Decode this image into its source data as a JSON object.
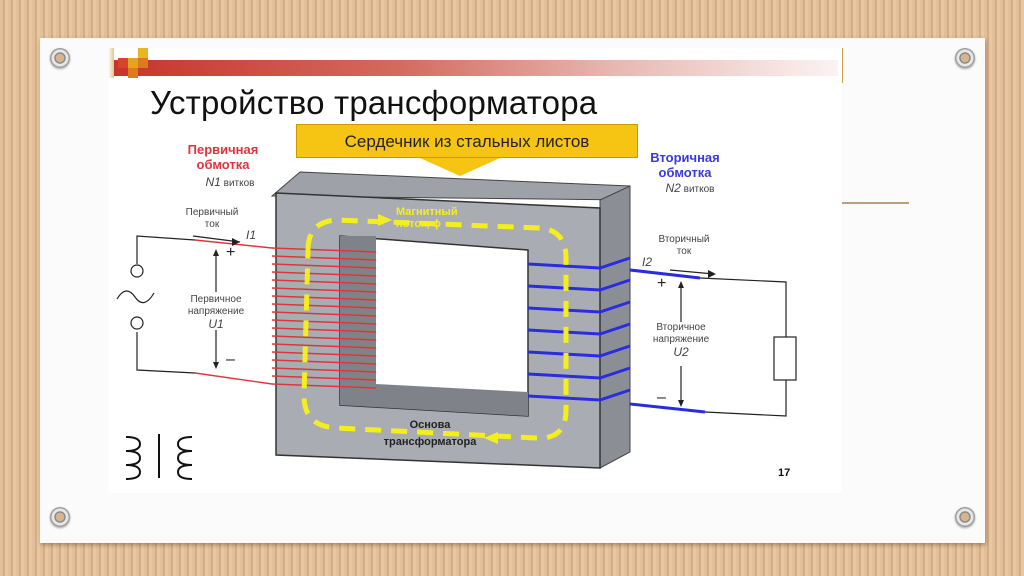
{
  "slide": {
    "title": "Устройство трансформатора",
    "page_number": "17",
    "core_callout": "Сердечник из стальных листов"
  },
  "primary": {
    "winding_title_1": "Первичная",
    "winding_title_2": "обмотка",
    "turns_var": "N1",
    "turns_unit": "витков",
    "current_label_1": "Первичный",
    "current_label_2": "ток",
    "current_var": "I1",
    "voltage_label_1": "Первичное",
    "voltage_label_2": "напряжение",
    "voltage_var": "U1",
    "plus": "+",
    "minus": "–"
  },
  "secondary": {
    "winding_title_1": "Вторичная",
    "winding_title_2": "обмотка",
    "turns_var": "N2",
    "turns_unit": "витков",
    "current_label_1": "Вторичный",
    "current_label_2": "ток",
    "current_var": "I2",
    "voltage_label_1": "Вторичное",
    "voltage_label_2": "напряжение",
    "voltage_var": "U2",
    "plus": "+",
    "minus": "–"
  },
  "core": {
    "flux_label_1": "Магнитный",
    "flux_label_2": "поток, ϕ",
    "base_label_1": "Основа",
    "base_label_2": "трансформатора"
  },
  "colors": {
    "primary": "#e0343c",
    "secondary": "#2b2be0",
    "flux": "#f5ee1f",
    "core": "#a9adb3",
    "callout": "#f6c412"
  },
  "icons": [
    "ac-source-icon",
    "resistor-icon",
    "transformer-symbol-icon",
    "grommet-icon"
  ]
}
